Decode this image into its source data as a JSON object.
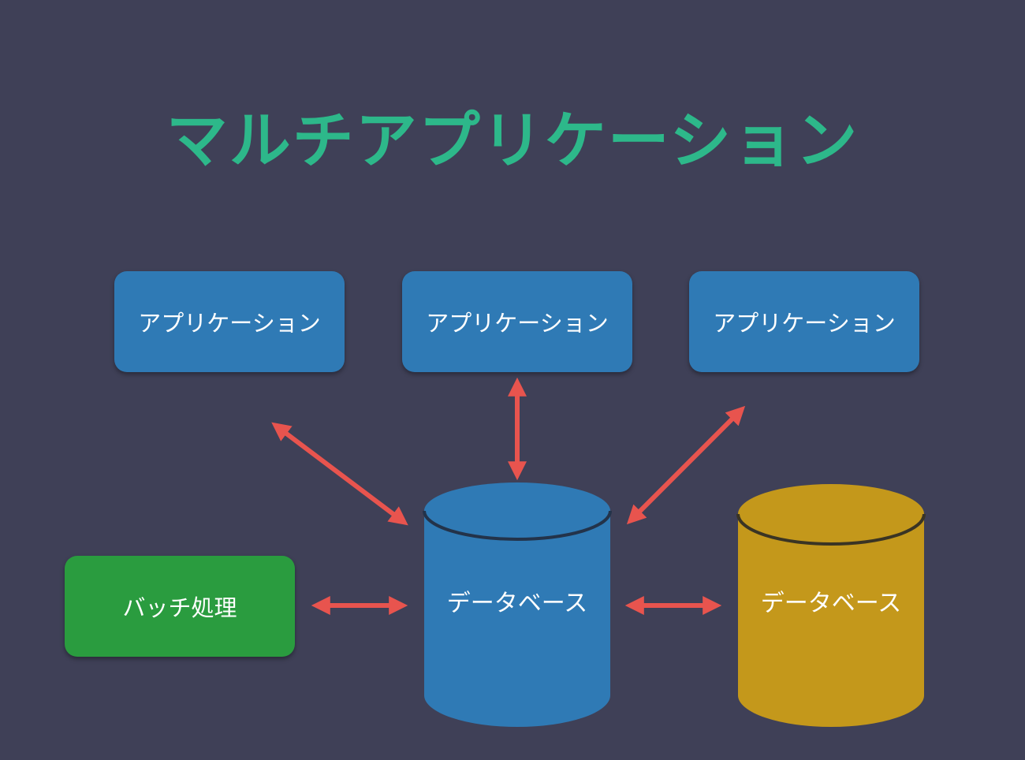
{
  "title": "マルチアプリケーション",
  "applications": [
    {
      "label": "アプリケーション"
    },
    {
      "label": "アプリケーション"
    },
    {
      "label": "アプリケーション"
    }
  ],
  "batch": {
    "label": "バッチ処理"
  },
  "databases": [
    {
      "label": "データベース",
      "color": "#2f7ab5"
    },
    {
      "label": "データベース",
      "color": "#c4981b"
    }
  ],
  "colors": {
    "background": "#3f4057",
    "title": "#2db88a",
    "application": "#2f7ab5",
    "batch": "#2a9c3f",
    "arrow": "#e8544e"
  }
}
